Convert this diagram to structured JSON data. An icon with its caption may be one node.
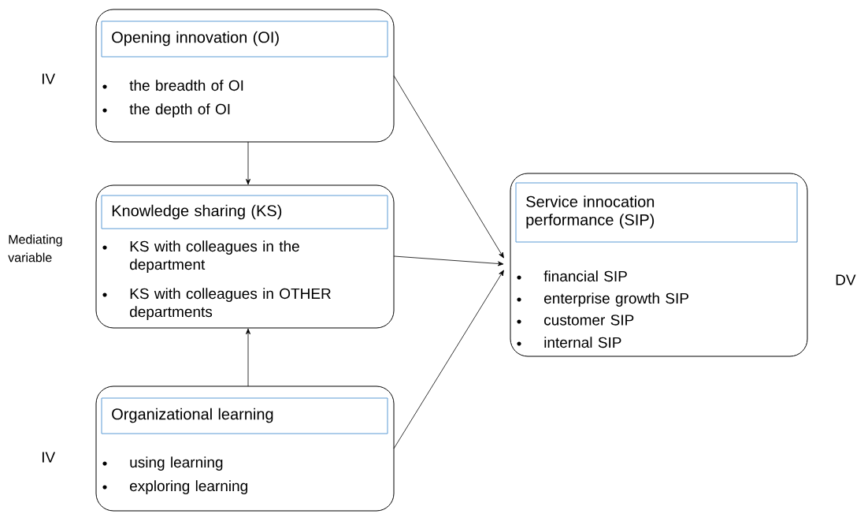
{
  "diagram": {
    "nodes": [
      {
        "text": [
          "the breadth of OI",
          "the depth of OI"
        ]
      },
      {
        "text": [
          "Opening innovation (OI)"
        ],
        "in": 0
      },
      {
        "text": [
          "KS with colleagues in the department",
          "KS with colleagues in OTHER departments"
        ]
      },
      {
        "text": [
          "Knowledge sharing (KS)"
        ],
        "in": 2
      },
      {
        "text": [
          "using learning",
          "exploring learning"
        ]
      },
      {
        "text": [
          "Organizational learning"
        ],
        "in": 4
      },
      {
        "text": [
          "financial SIP",
          "enterprise growth SIP",
          "customer SIP",
          "internal SIP"
        ]
      },
      {
        "text": [
          "Service innocation performance (SIP)"
        ],
        "in": 6
      }
    ],
    "edges": [
      {
        "from": 0,
        "to": 2,
        "arrow": "to"
      },
      {
        "from": 4,
        "to": 2,
        "arrow": "to"
      },
      {
        "from": 0,
        "to": 6,
        "arrow": "to"
      },
      {
        "from": 2,
        "to": 6,
        "arrow": "to"
      },
      {
        "from": 4,
        "to": 6,
        "arrow": "to"
      }
    ],
    "labels": [
      "IV",
      "Mediating variable",
      "DV",
      "IV"
    ]
  }
}
